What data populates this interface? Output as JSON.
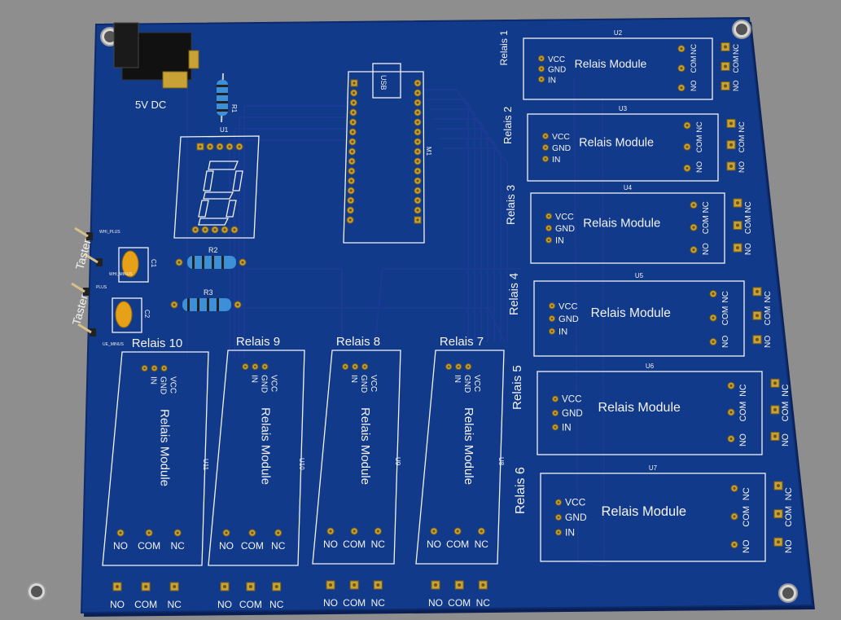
{
  "board": {
    "power": {
      "label": "5V DC"
    },
    "arduino": {
      "usb_label": "USB",
      "ref": "M1"
    },
    "display": {
      "ref": "U1"
    },
    "resistors": [
      {
        "ref": "R1"
      },
      {
        "ref": "R2"
      },
      {
        "ref": "R3"
      }
    ],
    "capacitors": [
      {
        "ref": "C1"
      },
      {
        "ref": "C2"
      }
    ],
    "buttons": [
      {
        "label": "Taster",
        "top_pin": "WHI_PLUS",
        "bottom_pin": "WHI_MINUS"
      },
      {
        "label": "Taster",
        "top_pin": "PLUS",
        "bottom_pin": "UE_MINUS"
      }
    ],
    "module_title": "Relais Module",
    "module_pins": [
      "VCC",
      "GND",
      "IN"
    ],
    "contact_pins": [
      "NO",
      "COM",
      "NC"
    ],
    "right_relays": [
      {
        "label": "Relais 1",
        "ref": "U2"
      },
      {
        "label": "Relais 2",
        "ref": "U3"
      },
      {
        "label": "Relais 3",
        "ref": "U4"
      },
      {
        "label": "Relais 4",
        "ref": "U5"
      },
      {
        "label": "Relais 5",
        "ref": "U6"
      },
      {
        "label": "Relais 6",
        "ref": "U7"
      }
    ],
    "bottom_relays": [
      {
        "label": "Relais 10",
        "ref": "U11"
      },
      {
        "label": "Relais 9",
        "ref": "U10"
      },
      {
        "label": "Relais 8",
        "ref": "U9"
      },
      {
        "label": "Relais 7",
        "ref": "U8"
      }
    ],
    "colors": {
      "board": "#123a8a",
      "silkscreen": "#f3f3f3",
      "pad": "#c9a236",
      "background": "#8e8e8e"
    }
  }
}
